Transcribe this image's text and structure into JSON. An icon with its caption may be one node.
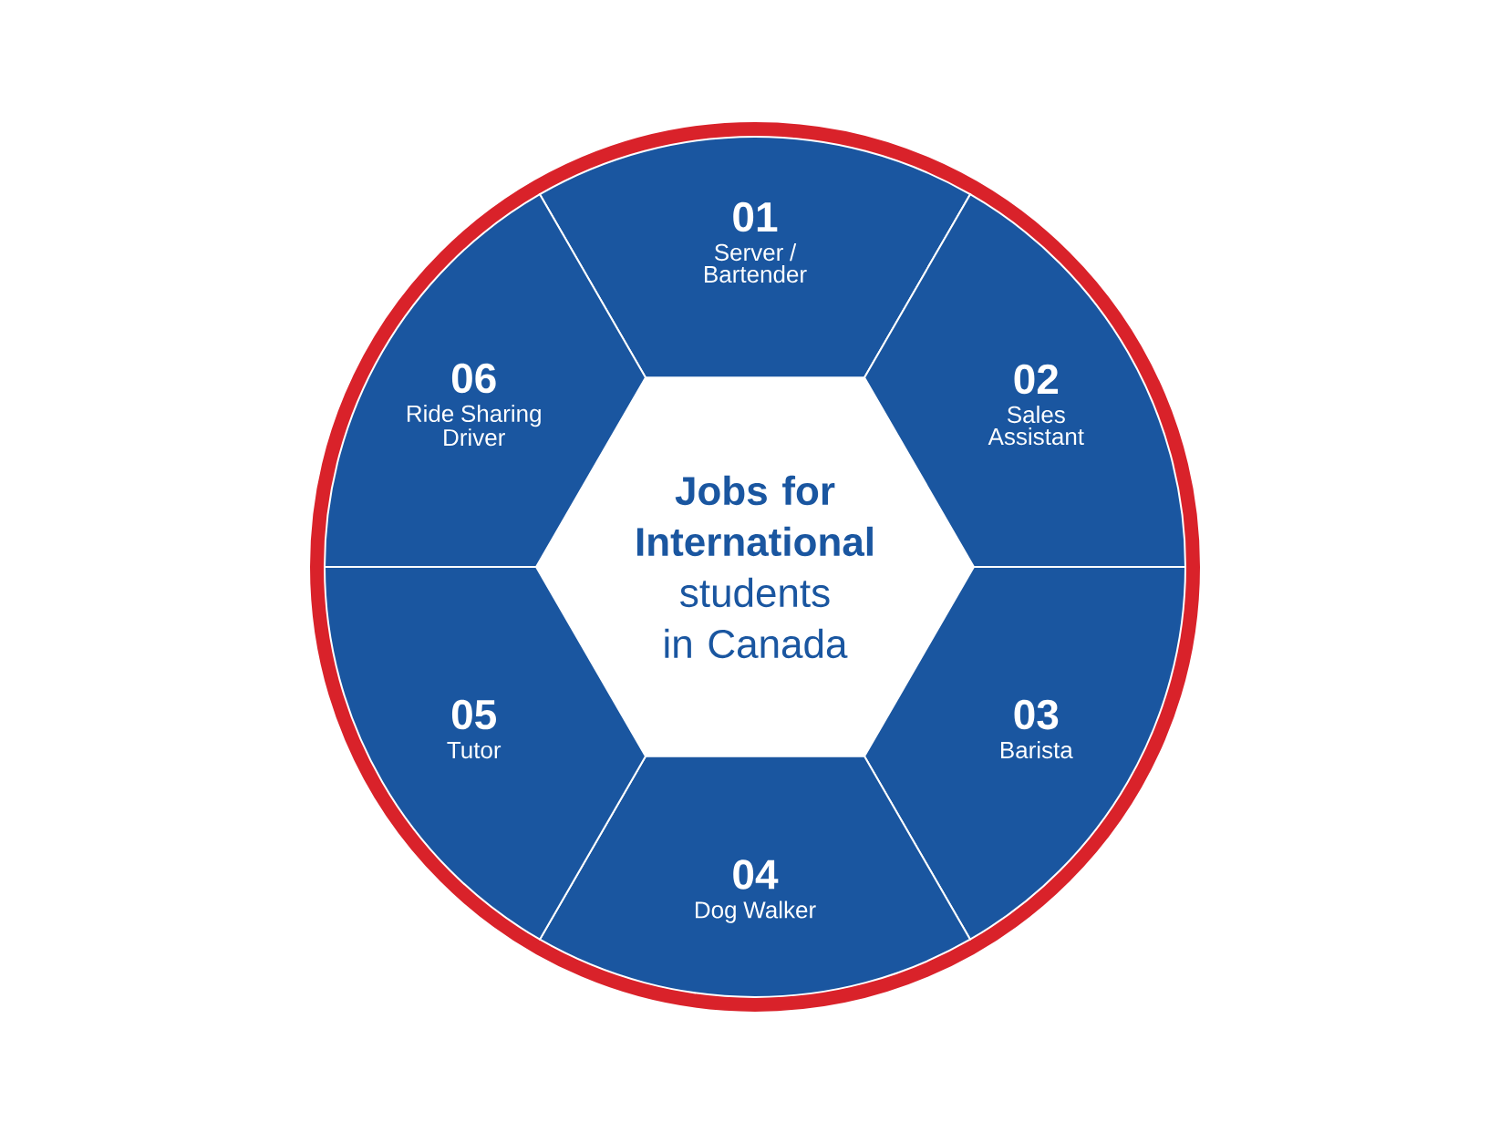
{
  "diagram": {
    "nodes": [
      {
        "text": [
          "**Jobs for International** students in Canada"
        ]
      },
      {
        "text": [
          "01",
          "Server / Bartender"
        ]
      },
      {
        "text": [
          "02",
          "Sales Assistant"
        ]
      },
      {
        "text": [
          "03",
          "Barista"
        ]
      },
      {
        "text": [
          "04",
          "Dog Walker"
        ]
      },
      {
        "text": [
          "05",
          "Tutor"
        ]
      },
      {
        "text": [
          "06",
          "Ride Sharing Driver"
        ]
      }
    ]
  }
}
